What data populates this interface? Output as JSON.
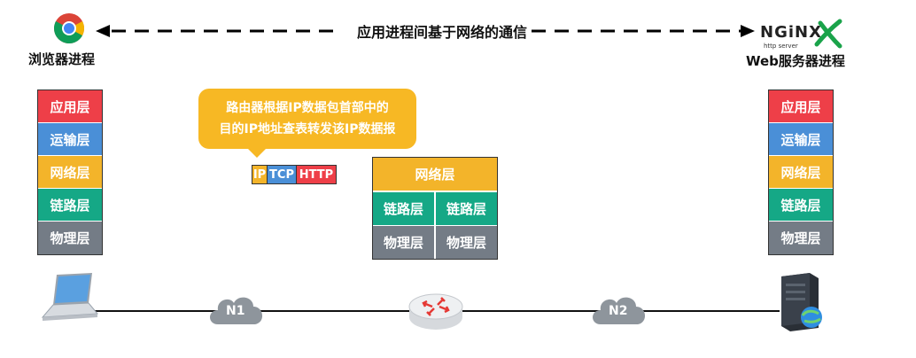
{
  "top": {
    "label": "应用进程间基于网络的通信",
    "left_process": "浏览器进程",
    "right_process": "Web服务器进程",
    "nginx_logo_text": "NGiNX",
    "nginx_sub_text": "http server"
  },
  "client_stack": {
    "layers": [
      {
        "label": "应用层",
        "color": "#ee3f48"
      },
      {
        "label": "运输层",
        "color": "#4a8fd7"
      },
      {
        "label": "网络层",
        "color": "#f3b42a"
      },
      {
        "label": "链路层",
        "color": "#15a886"
      },
      {
        "label": "物理层",
        "color": "#747c86"
      }
    ]
  },
  "server_stack": {
    "layers": [
      {
        "label": "应用层",
        "color": "#ee3f48"
      },
      {
        "label": "运输层",
        "color": "#4a8fd7"
      },
      {
        "label": "网络层",
        "color": "#f3b42a"
      },
      {
        "label": "链路层",
        "color": "#15a886"
      },
      {
        "label": "物理层",
        "color": "#747c86"
      }
    ]
  },
  "router_stack": {
    "network": "网络层",
    "link_left": "链路层",
    "link_right": "链路层",
    "phys_left": "物理层",
    "phys_right": "物理层"
  },
  "tooltip": {
    "line1": "路由器根据IP数据包首部中的",
    "line2": "目的IP地址查表转发该IP数据报"
  },
  "packet": {
    "ip": "IP",
    "tcp": "TCP",
    "http": "HTTP"
  },
  "network": {
    "n1": "N1",
    "n2": "N2"
  },
  "colors": {
    "app": "#ee3f48",
    "transport": "#4a8fd7",
    "network": "#f3b42a",
    "link": "#15a886",
    "physical": "#747c86",
    "tooltip": "#f7b824"
  },
  "icons": {
    "browser": "chrome-icon",
    "server_logo": "nginx-logo",
    "laptop": "laptop-icon",
    "router": "router-icon",
    "server": "server-icon",
    "cloud": "cloud-icon"
  }
}
